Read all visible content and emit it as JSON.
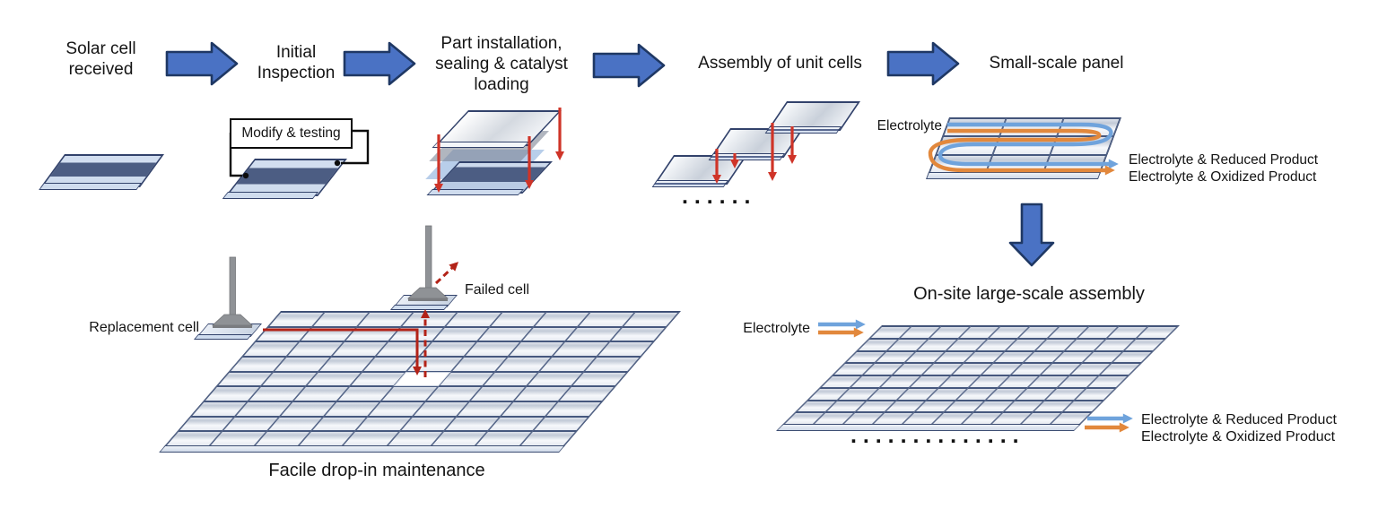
{
  "colors": {
    "flow_arrow_fill": "#4a72c4",
    "flow_arrow_stroke": "#1f3864",
    "red_arrow": "#cf3428",
    "maintenance_red": "#b32318",
    "electrolyte_blue": "#6fa3dc",
    "electrolyte_orange": "#e2883c",
    "cell_light": "#cfdcee",
    "cell_dark": "#4c5d83",
    "panel_border": "#46587e",
    "tool_gray": "#8f9296"
  },
  "process_steps": [
    {
      "label": "Solar cell\nreceived"
    },
    {
      "label": "Initial\nInspection"
    },
    {
      "label": "Part installation,\nsealing & catalyst\nloading"
    },
    {
      "label": "Assembly of unit cells"
    },
    {
      "label": "Small-scale panel"
    }
  ],
  "inspection": {
    "box_label": "Modify & testing"
  },
  "unit_cell_assembly": {
    "dots": ". . . . . ."
  },
  "small_panel": {
    "electrolyte_label": "Electrolyte",
    "output_line1": "Electrolyte & Reduced Product",
    "output_line2": "Electrolyte & Oxidized Product",
    "grid": {
      "cols": 3,
      "rows": 3
    }
  },
  "large_assembly": {
    "title": "On-site large-scale assembly",
    "electrolyte_label": "Electrolyte",
    "output_line1": "Electrolyte & Reduced Product",
    "output_line2": "Electrolyte & Oxidized Product",
    "dots": ". . . . . . . . . . . . . .",
    "grid": {
      "cols": 10,
      "rows": 8
    }
  },
  "maintenance": {
    "replacement_label": "Replacement cell",
    "failed_label": "Failed cell",
    "caption": "Facile drop-in maintenance",
    "grid": {
      "cols": 9,
      "rows": 9
    },
    "missing_cell": {
      "row": 4,
      "col": 4
    }
  }
}
